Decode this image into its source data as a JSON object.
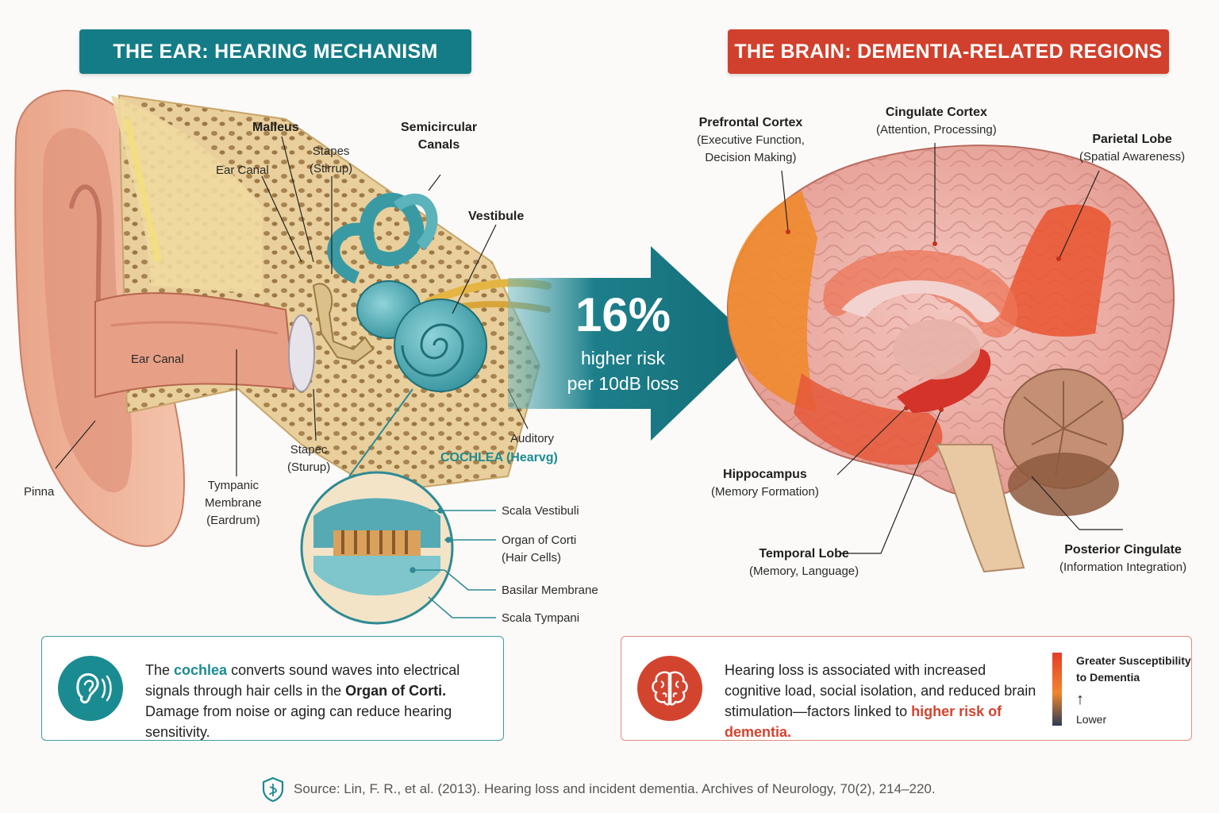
{
  "headers": {
    "ear": "THE EAR: HEARING MECHANISM",
    "brain": "THE BRAIN: DEMENTIA-RELATED REGIONS"
  },
  "ear_labels": {
    "malleus": "Malleus",
    "semicircular": "Semicircular\nCanals",
    "stapes_top": "Stapes",
    "stapes_top_sub": "(Stirrup)",
    "ear_canal_top": "Ear Canal",
    "vestibule": "Vestibule",
    "ear_canal_inner": "Ear Canal",
    "auditory": "Auditory",
    "cochlea": "COCHLEA (Hearvg)",
    "stapes_low": "Stapec",
    "stapes_low_sub": "(Sturup)",
    "pinna": "Pinna",
    "tympanic": "Tympanic\nMembrane",
    "tympanic_sub": "(Eardrum)"
  },
  "cochlea_inset": {
    "scala_vestibuli": "Scala Vestibuli",
    "organ_corti": "Organ of Corti",
    "organ_corti_sub": "(Hair Cells)",
    "basilar": "Basilar Membrane",
    "scala_tympani": "Scala Tympani"
  },
  "arrow": {
    "percent": "16%",
    "line1": "higher risk",
    "line2": "per 10dB loss"
  },
  "brain_labels": {
    "prefrontal": "Prefrontal Cortex",
    "prefrontal_sub": "(Executive Function,\nDecision Making)",
    "cingulate": "Cingulate Cortex",
    "cingulate_sub": "(Attention, Processing)",
    "parietal": "Parietal Lobe",
    "parietal_sub": "(Spatial Awareness)",
    "hippocampus": "Hippocampus",
    "hippocampus_sub": "(Memory Formation)",
    "temporal": "Temporal Lobe",
    "temporal_sub": "(Memory, Language)",
    "posterior": "Posterior Cingulate",
    "posterior_sub": "(Information Integration)"
  },
  "ear_info": {
    "t1": "The ",
    "t2": "cochlea",
    "t3": " converts sound waves into electrical signals through hair cells in the ",
    "t4": "Organ of Corti.",
    "t5": " Damage from noise or aging can reduce hearing sensitivity."
  },
  "brain_info": {
    "t1": "Hearing loss is associated with increased cognitive load, social isolation, and reduced brain stimulation—factors linked to ",
    "t2": "higher risk of dementia."
  },
  "legend": {
    "top": "Greater Susceptibility\nto Dementia",
    "arrow": "↑",
    "low": "Lower"
  },
  "source": "Source: Lin, F. R., et al. (2013). Hearing loss and incident dementia. Archives of Neurology, 70(2), 214–220.",
  "icons": [
    "ear-icon",
    "brain-icon",
    "shield-icon"
  ],
  "colors": {
    "teal": "#147c86",
    "red": "#d1402c",
    "orange": "#f0862c"
  }
}
